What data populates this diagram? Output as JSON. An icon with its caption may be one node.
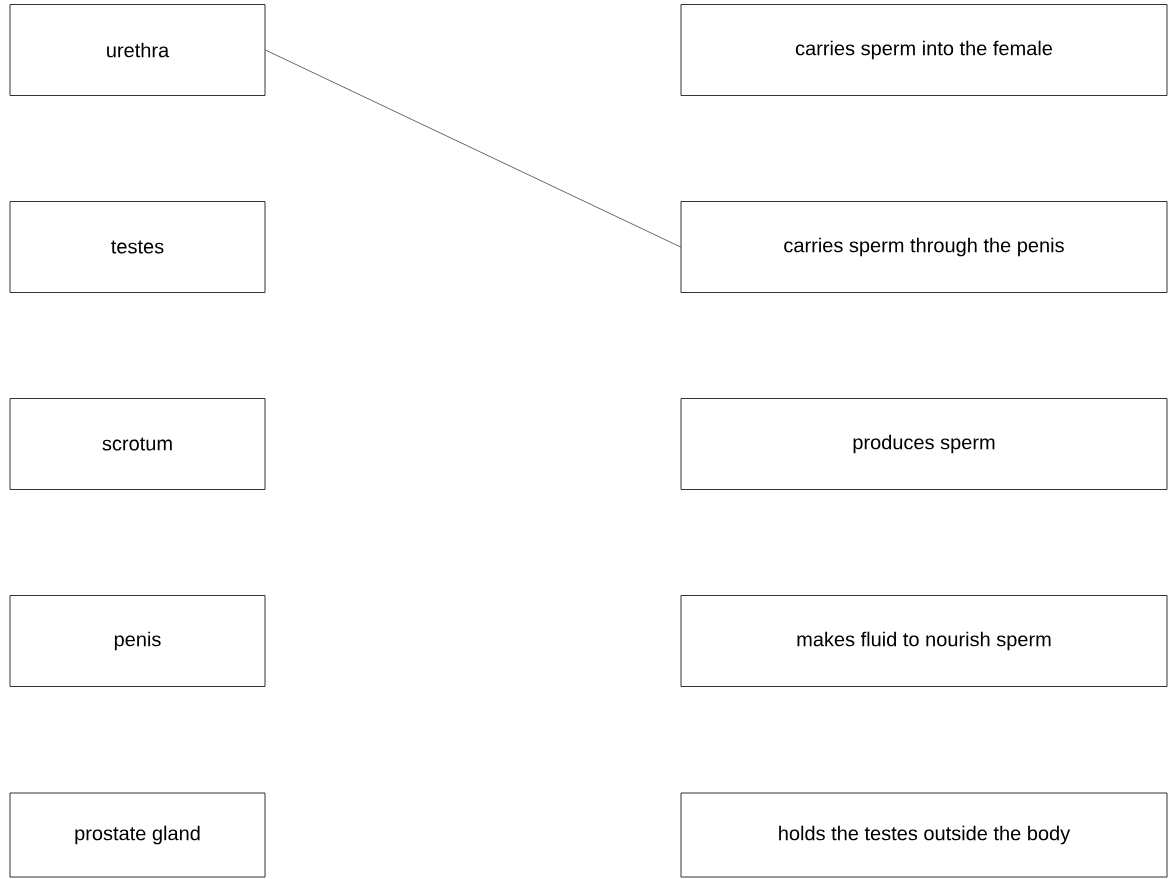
{
  "diagram": {
    "nodes": [
      {
        "text": [
          "urethra"
        ]
      },
      {
        "text": [
          "testes"
        ]
      },
      {
        "text": [
          "scrotum"
        ]
      },
      {
        "text": [
          "penis"
        ]
      },
      {
        "text": [
          "prostate gland"
        ]
      },
      {
        "text": [
          "carries sperm into the female"
        ]
      },
      {
        "text": [
          "carries sperm through the penis"
        ]
      },
      {
        "text": [
          "produces sperm"
        ]
      },
      {
        "text": [
          "makes fluid to nourish sperm"
        ]
      },
      {
        "text": [
          "holds the testes outside the body"
        ]
      }
    ],
    "edges": [
      {
        "from": 0,
        "to": 6,
        "arrow": "none"
      }
    ]
  }
}
